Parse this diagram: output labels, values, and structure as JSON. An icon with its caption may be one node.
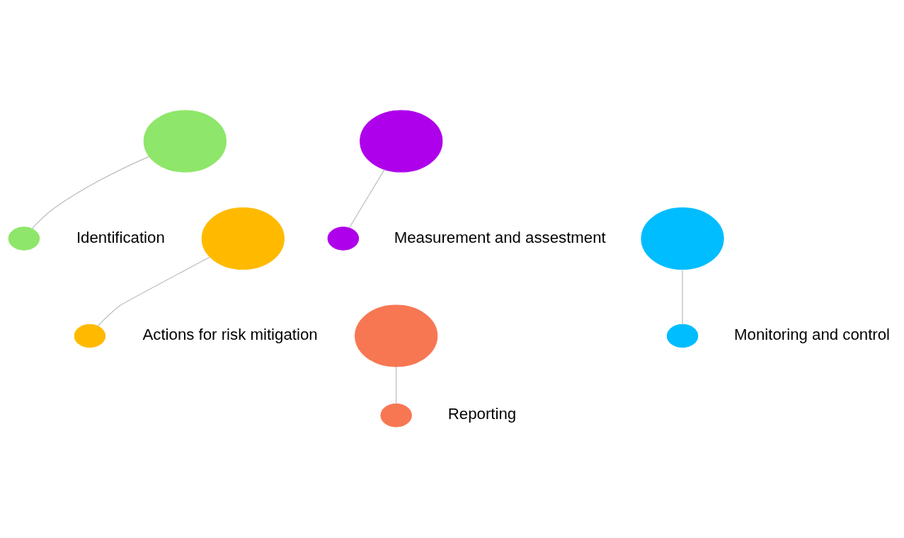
{
  "diagram": {
    "nodes": [
      {
        "text": [],
        "shape": "blob",
        "beside": [
          "Identification"
        ]
      },
      {
        "text": [],
        "shape": "blob",
        "beside": [
          "Measurement and assestment"
        ]
      },
      {
        "text": [],
        "shape": "blob"
      },
      {
        "text": [],
        "shape": "blob"
      },
      {
        "text": [],
        "shape": "blob",
        "beside": [
          "Actions for risk mitigation"
        ]
      },
      {
        "text": [],
        "shape": "blob"
      },
      {
        "text": [],
        "shape": "blob"
      },
      {
        "text": [],
        "shape": "blob"
      },
      {
        "text": [],
        "shape": "blob",
        "beside": [
          "Reporting"
        ]
      },
      {
        "text": [],
        "shape": "blob",
        "beside": [
          "Monitoring and control"
        ]
      }
    ],
    "edges": [
      {
        "from": 2,
        "to": 0,
        "arrow": "none"
      },
      {
        "from": 3,
        "to": 1,
        "arrow": "none"
      },
      {
        "from": 5,
        "to": 4,
        "arrow": "none"
      },
      {
        "from": 6,
        "to": 8,
        "arrow": "none"
      },
      {
        "from": 7,
        "to": 9,
        "arrow": "none"
      }
    ]
  }
}
